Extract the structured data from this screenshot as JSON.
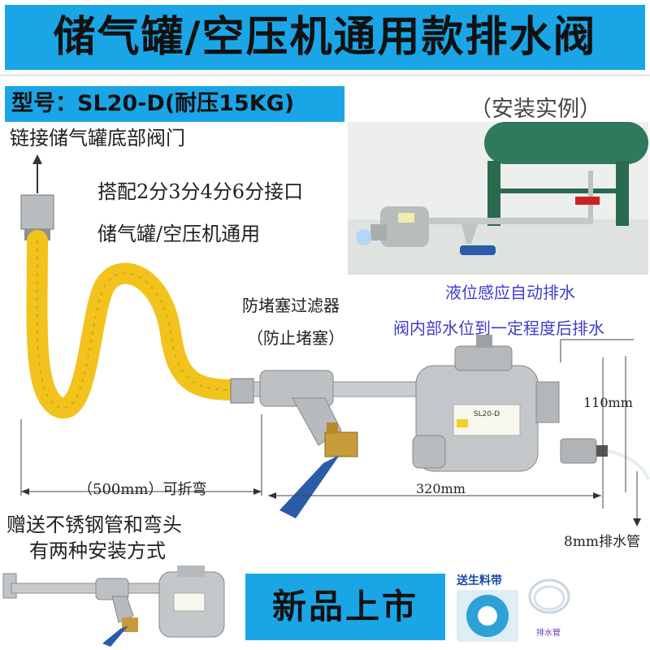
{
  "banner": {
    "title": "储气罐/空压机通用款排水阀"
  },
  "model": {
    "label": "型号：SL20-D(耐压15KG)"
  },
  "install_example": "（安装实例）",
  "notes": {
    "connect_bottom": "链接储气罐底部阀门",
    "fit_sizes": "搭配2分3分4分6分接口",
    "universal": "储气罐/空压机通用",
    "filter": "防堵塞过滤器",
    "filter_sub": "（防止堵塞）",
    "auto_drain": "液位感应自动排水",
    "drain_level": "阀内部水位到一定程度后排水",
    "height": "110mm",
    "hose_length": "（500mm）可折弯",
    "body_length": "320mm",
    "drain_pipe": "8mm排水管",
    "gift_line1": "赠送不锈钢管和弯头",
    "gift_line2": "有两种安装方式",
    "tape": "送生料带",
    "drain_tube_label": "排水管"
  },
  "badge": {
    "label": "新品上市"
  },
  "device_label": "SL20-D",
  "colors": {
    "banner": "#1aa6e6",
    "hose": "#f2c31c",
    "valve_handle": "#2a5caa",
    "brass": "#c89a3a",
    "tank": "#2e7a5a"
  }
}
